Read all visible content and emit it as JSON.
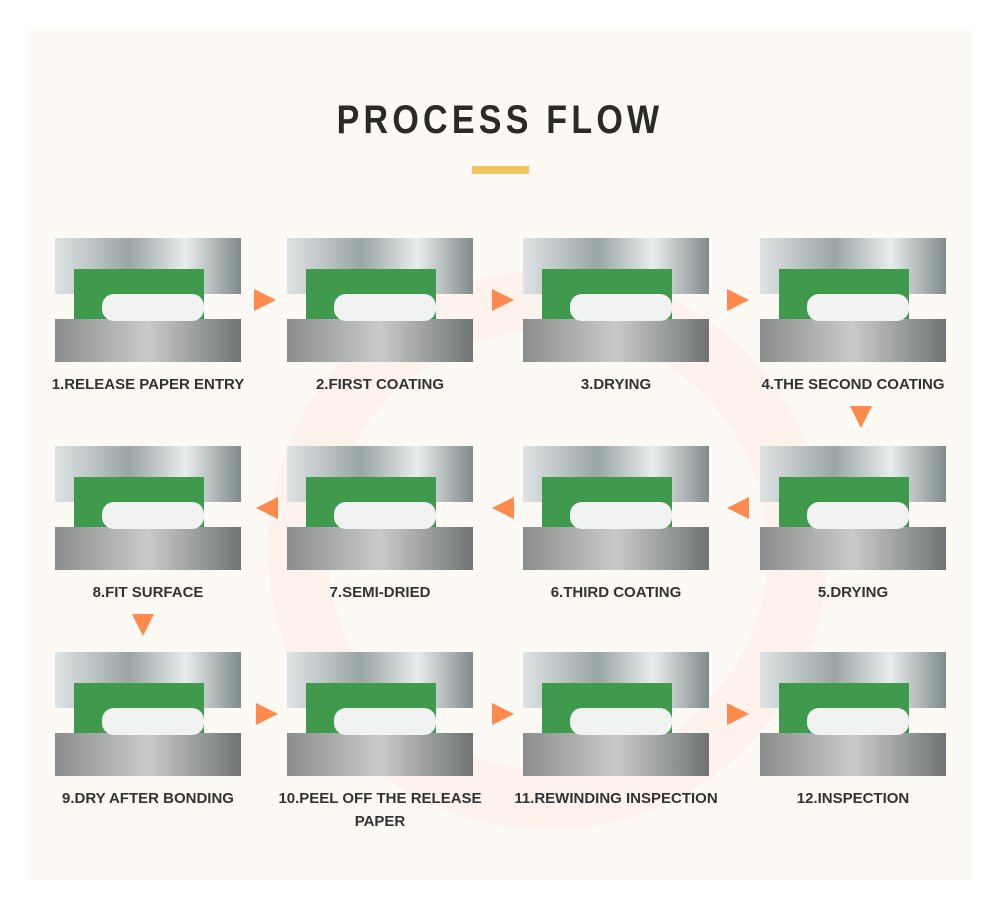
{
  "title": "PROCESS FLOW",
  "accent": "#ff8a4c",
  "steps": [
    {
      "label": "1.RELEASE PAPER ENTRY"
    },
    {
      "label": "2.FIRST COATING"
    },
    {
      "label": "3.DRYING"
    },
    {
      "label": "4.THE SECOND COATING"
    },
    {
      "label": "5.DRYING"
    },
    {
      "label": "6.THIRD COATING"
    },
    {
      "label": "7.SEMI-DRIED"
    },
    {
      "label": "8.FIT SURFACE"
    },
    {
      "label": "9.DRY AFTER BONDING"
    },
    {
      "label": "10.PEEL OFF THE RELEASE PAPER"
    },
    {
      "label": "11.REWINDING INSPECTION"
    },
    {
      "label": "12.INSPECTION"
    }
  ]
}
